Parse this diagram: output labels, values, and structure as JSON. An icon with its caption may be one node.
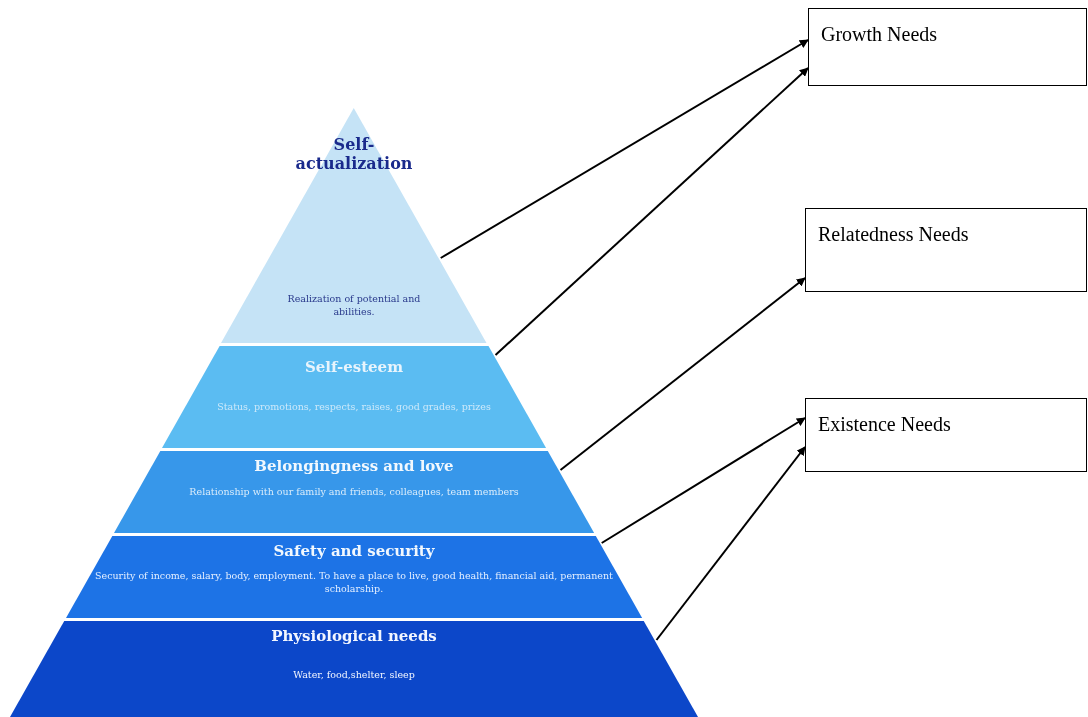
{
  "diagram": {
    "nodes": [
      {
        "text": [
          "Self-actualization",
          "Realization of potential and abilities."
        ]
      },
      {
        "text": [
          "Self-esteem",
          "Status, promotions, respects, raises, good grades, prizes"
        ]
      },
      {
        "text": [
          "Belongingness and love",
          "Relationship with our family and friends, colleagues, team members"
        ]
      },
      {
        "text": [
          "Safety and security",
          "Security of income, salary, body, employment. To have a place to live, good health, financial aid, permanent scholarship."
        ]
      },
      {
        "text": [
          "Physiological needs",
          "Water, food,shelter, sleep"
        ]
      },
      {
        "text": [
          "Growth Needs"
        ]
      },
      {
        "text": [
          "Relatedness Needs"
        ]
      },
      {
        "text": [
          "Existence Needs"
        ]
      }
    ],
    "edges": [
      {
        "from": 0,
        "to": 5,
        "arrow": "to"
      },
      {
        "from": 1,
        "to": 5,
        "arrow": "to"
      },
      {
        "from": 2,
        "to": 6,
        "arrow": "to"
      },
      {
        "from": 3,
        "to": 7,
        "arrow": "to"
      },
      {
        "from": 4,
        "to": 7,
        "arrow": "to"
      }
    ]
  }
}
